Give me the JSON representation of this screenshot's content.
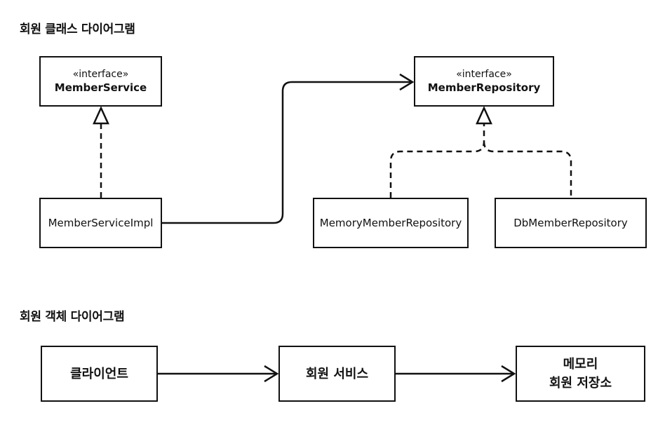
{
  "class_diagram": {
    "title": "회원 클래스 다이어그램",
    "member_service": {
      "stereotype": "«interface»",
      "name": "MemberService"
    },
    "member_repository": {
      "stereotype": "«interface»",
      "name": "MemberRepository"
    },
    "member_service_impl": {
      "name": "MemberServiceImpl"
    },
    "memory_member_repository": {
      "name": "MemoryMemberRepository"
    },
    "db_member_repository": {
      "name": "DbMemberRepository"
    }
  },
  "object_diagram": {
    "title": "회원 객체 다이어그램",
    "client": {
      "name": "클라이언트"
    },
    "member_service": {
      "name": "회원 서비스"
    },
    "memory_store": {
      "line1": "메모리",
      "line2": "회원 저장소"
    }
  },
  "colors": {
    "stroke": "#111111",
    "background": "#ffffff"
  }
}
